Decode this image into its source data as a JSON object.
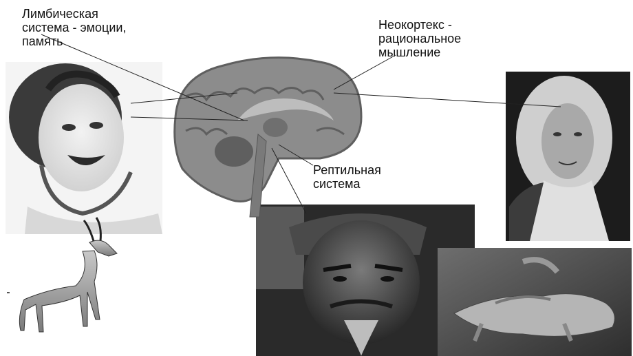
{
  "labels": {
    "limbic": "Лимбическая\nсистема - эмоции,\nпамять",
    "neocortex": "Неокортекс -\nрациональное\nмышление",
    "reptilian": "Рептильная\nсистема"
  },
  "colors": {
    "brain": "#8c8c8c",
    "brain_dark": "#5f5f5f",
    "limbic": "#bdbdbd",
    "line": "#222222"
  }
}
